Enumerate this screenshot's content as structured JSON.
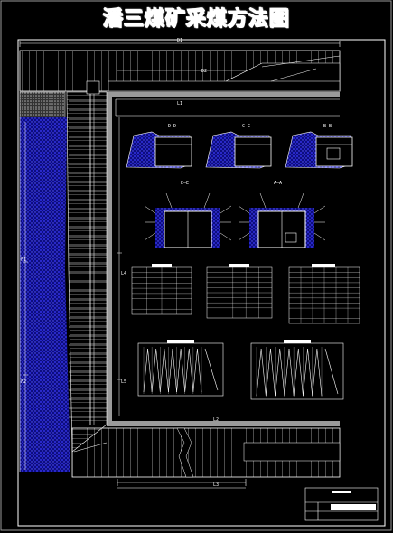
{
  "title": "潘三煤矿采煤方法图",
  "dimension_labels": {
    "top_span": "D1",
    "upper_road": "L1",
    "lower_road": "L2",
    "bottom_span": "L3",
    "left_upper": "F1",
    "left_lower": "F2",
    "mid_upper": "L4",
    "mid_lower": "L5",
    "right_top": "D2"
  },
  "section_labels": {
    "d_d": "D—D",
    "c_c": "C—C",
    "b_b": "B—B",
    "e_e": "E—E",
    "a_a": "A—A"
  },
  "colors": {
    "background": "#000000",
    "lines": "#ffffff",
    "accent_blue": "#1a1aff",
    "gray": "#9a9a9a"
  }
}
